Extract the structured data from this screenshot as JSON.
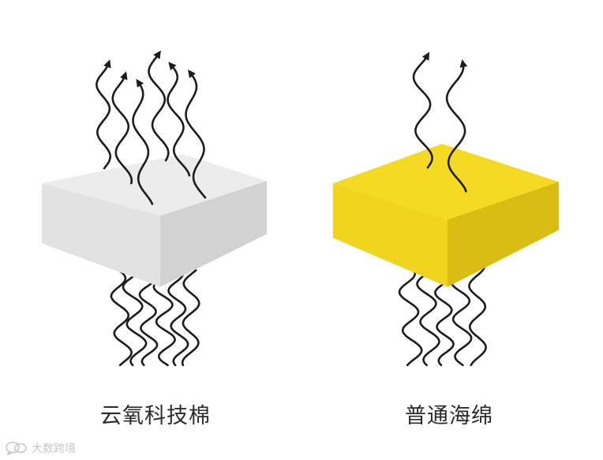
{
  "items": [
    {
      "label": "云氧科技棉",
      "top_color": "#ececec",
      "front_color": "#e2e2e2",
      "side_color": "#d2d2d2"
    },
    {
      "label": "普通海绵",
      "top_color": "#f4da23",
      "front_color": "#f0d41d",
      "side_color": "#d9bd12"
    }
  ],
  "watermark": {
    "text": "大数跨境",
    "icon": "chat-bubble-icon"
  },
  "colors": {
    "background": "#ffffff",
    "line": "#1c1c1c"
  }
}
